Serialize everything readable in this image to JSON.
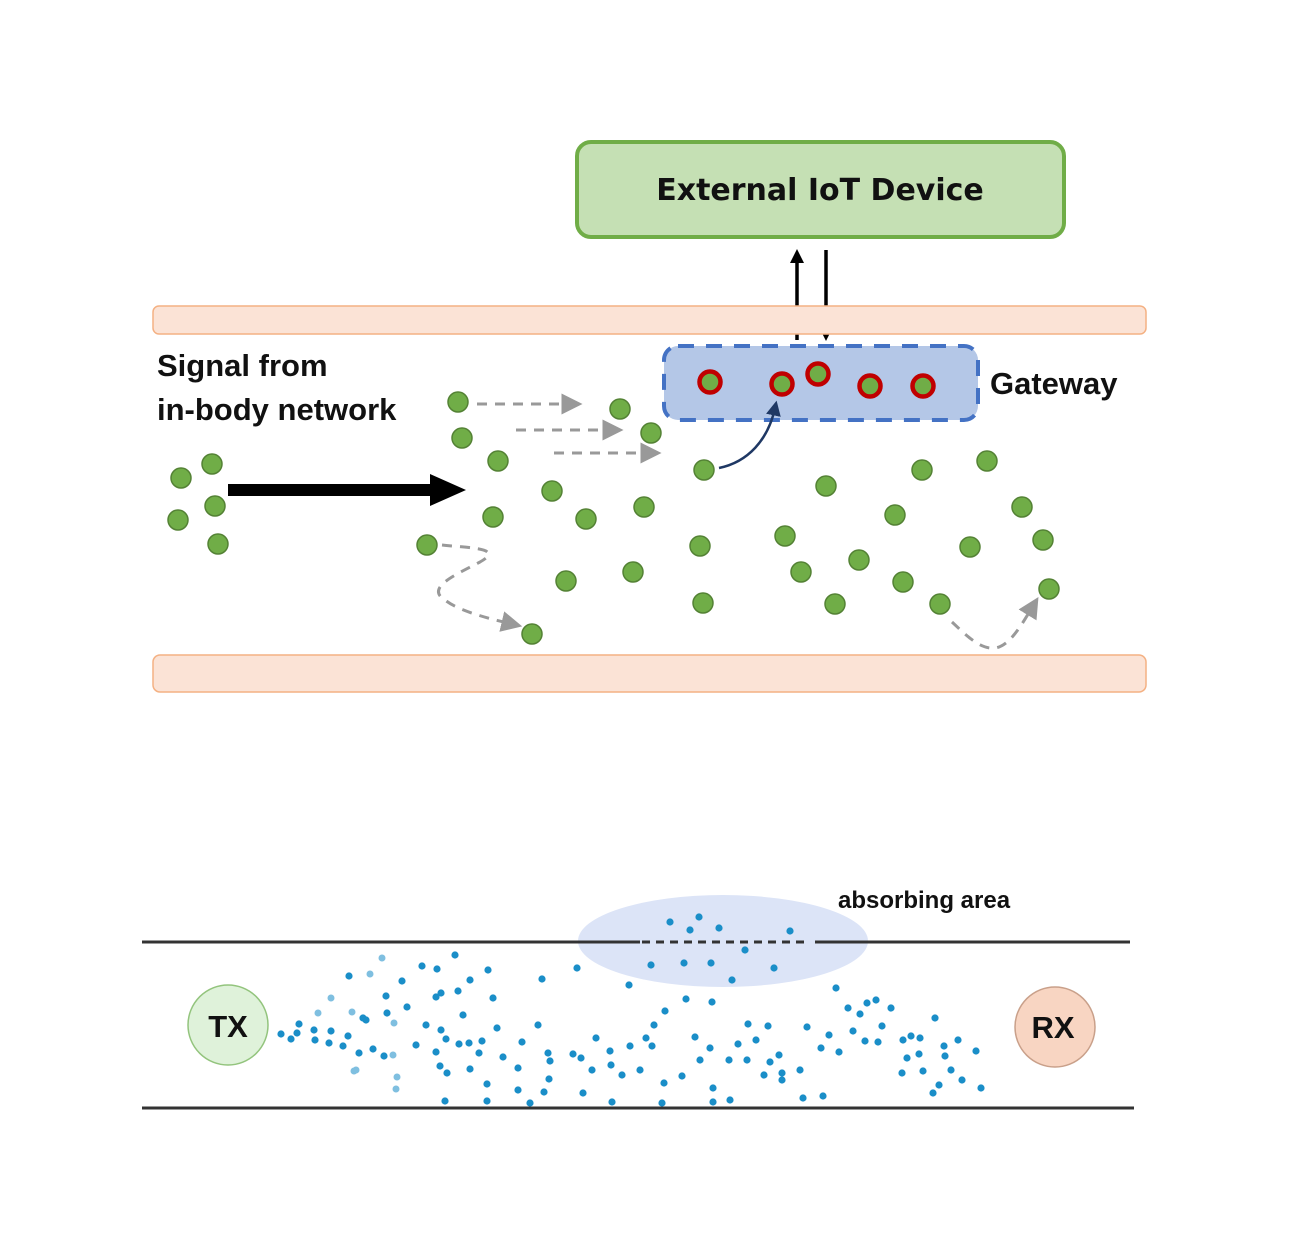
{
  "top_panel": {
    "device_label": "External IoT Device",
    "gateway_label": "Gateway",
    "signal_label_line1": "Signal from",
    "signal_label_line2": "in-body network",
    "colors": {
      "device_fill": "#c5e0b4",
      "device_stroke": "#70ad47",
      "vessel_wall_fill": "#fbe3d6",
      "vessel_wall_stroke": "#f4b183",
      "gateway_fill": "#b4c7e7",
      "gateway_stroke": "#4472c4",
      "particle_fill": "#70ad47",
      "particle_stroke": "#548235",
      "captured_ring": "#c00000",
      "dashed_arrow": "#999999",
      "capture_arrow": "#1f3864"
    },
    "particle_count": 35,
    "captured_particle_count": 5
  },
  "bottom_panel": {
    "tx_label": "TX",
    "rx_label": "RX",
    "absorbing_label": "absorbing area",
    "colors": {
      "tx_fill": "#dff2da",
      "tx_stroke": "#93c47d",
      "rx_fill": "#f8d5c2",
      "rx_stroke": "#c9a08a",
      "absorbing_fill": "#dce4f7",
      "molecule": "#1a8ec8",
      "molecule_faded": "#7fbfe0",
      "wall": "#333333"
    }
  }
}
